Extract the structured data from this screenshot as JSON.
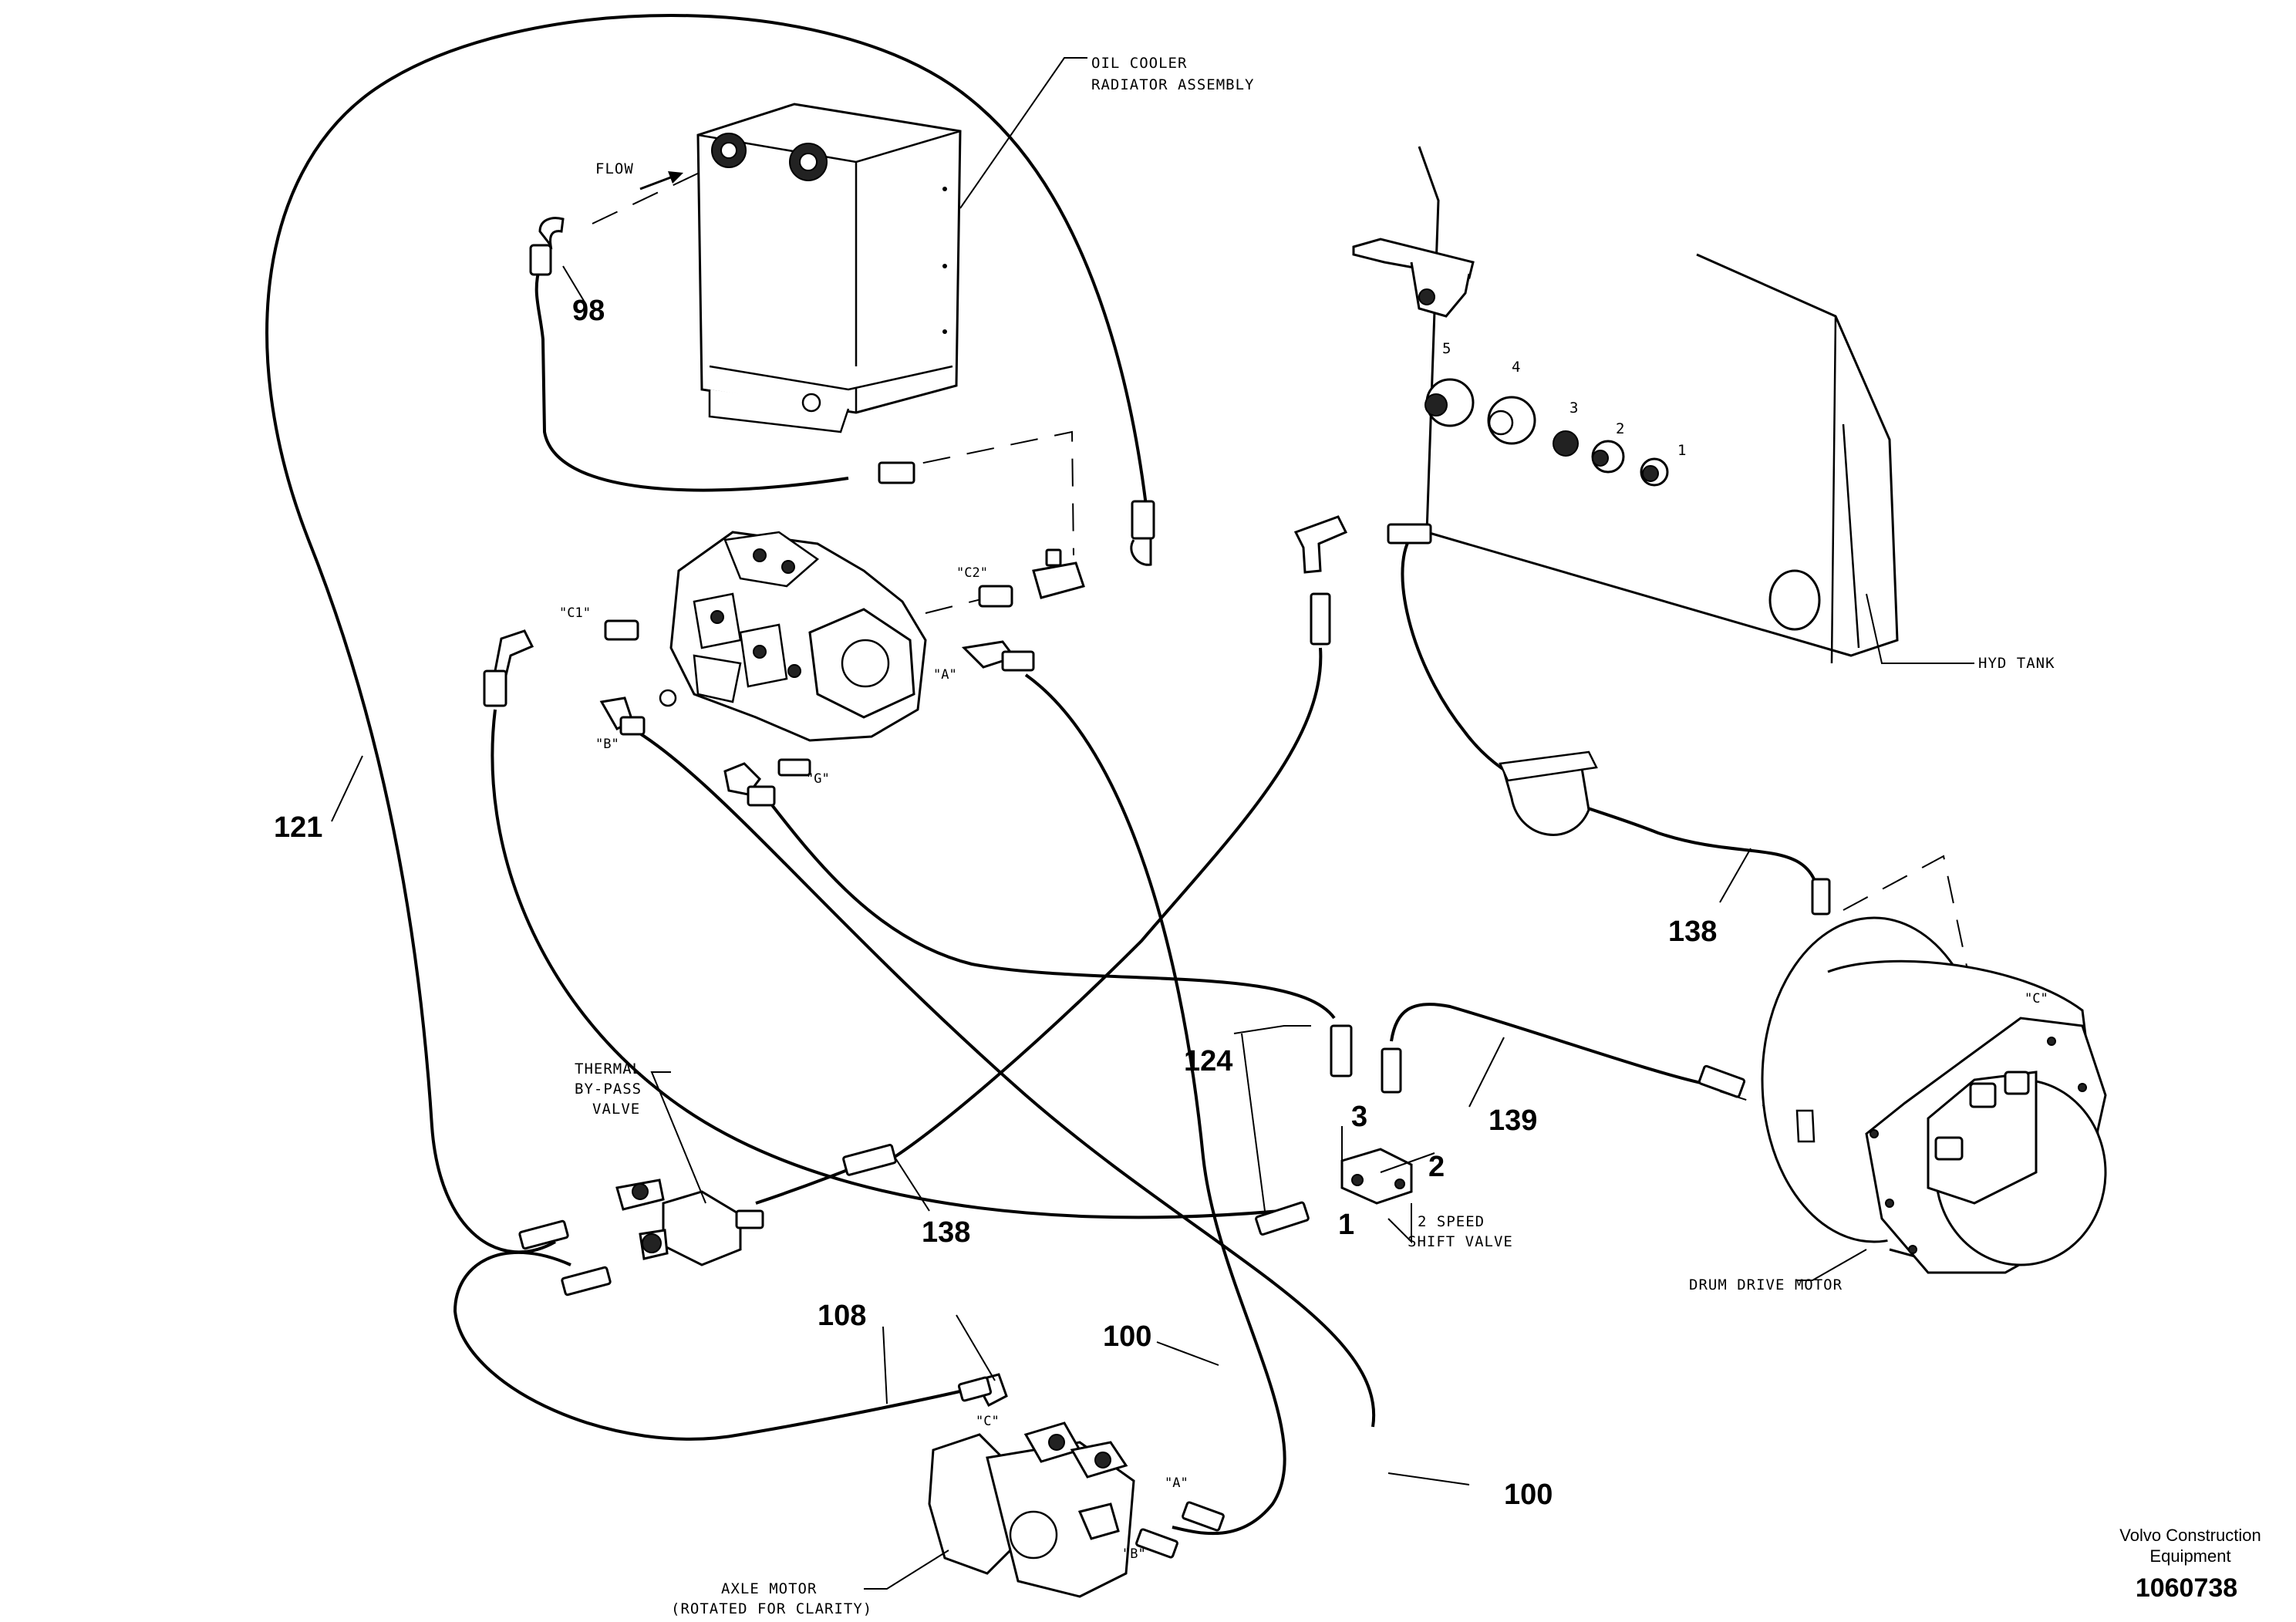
{
  "diagram": {
    "callouts": {
      "hose_121": "121",
      "hose_98": "98",
      "hose_138_upper": "138",
      "hose_138_middle": "138",
      "hose_124": "124",
      "hose_139": "139",
      "hose_108": "108",
      "hose_100_a": "100",
      "hose_100_b": "100",
      "port_1": "1",
      "port_2": "2",
      "port_3": "3"
    },
    "labels": {
      "oil_cooler": [
        "OIL COOLER",
        "RADIATOR ASSEMBLY"
      ],
      "flow": "FLOW",
      "hyd_tank": "HYD TANK",
      "thermal_bypass": [
        "THERMAL",
        "BY-PASS",
        "VALVE"
      ],
      "shift_valve": [
        "2 SPEED",
        "SHIFT VALVE"
      ],
      "drum_motor": "DRUM DRIVE MOTOR",
      "axle_motor": [
        "AXLE MOTOR",
        "(ROTATED FOR CLARITY)"
      ]
    },
    "tank_ports": [
      "5",
      "4",
      "3",
      "2",
      "1"
    ],
    "pump_ports": {
      "c1": "\"C1\"",
      "c2": "\"C2\"",
      "a": "\"A\"",
      "b": "\"B\"",
      "g": "\"G\""
    },
    "drum_port_c": "\"C\"",
    "axle_ports": {
      "c": "\"C\"",
      "a": "\"A\"",
      "b": "\"B\""
    },
    "brand": [
      "Volvo Construction",
      "Equipment"
    ],
    "doc_number": "1060738"
  }
}
